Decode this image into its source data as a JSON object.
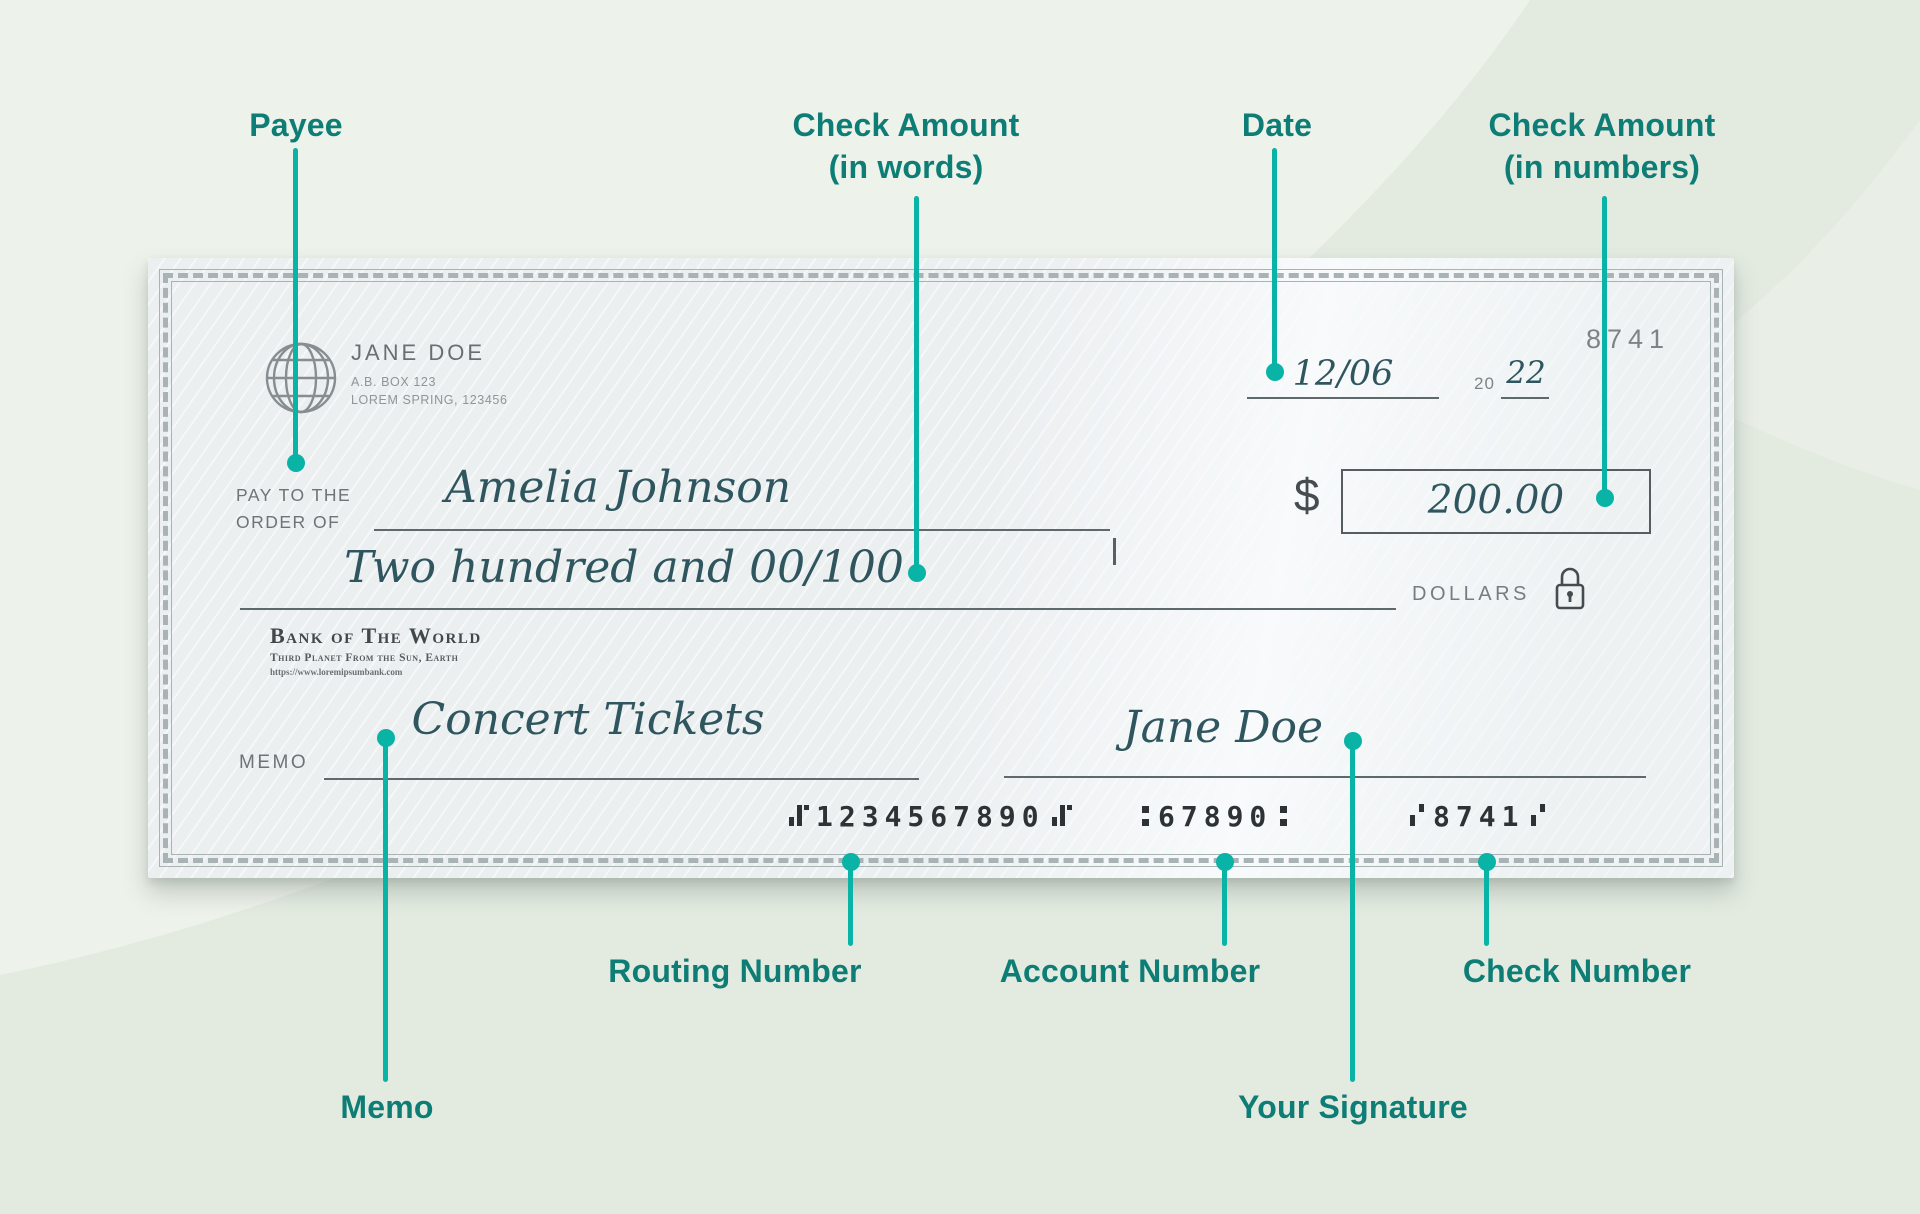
{
  "colors": {
    "accent": "#09b3a5",
    "label_text": "#0d7d75",
    "check_ink": "#2f565f",
    "background": "#e3ebe1"
  },
  "labels": {
    "payee": "Payee",
    "amount_words": [
      "Check Amount",
      "(in words)"
    ],
    "date": "Date",
    "amount_numbers": [
      "Check Amount",
      "(in numbers)"
    ],
    "routing": "Routing Number",
    "account": "Account Number",
    "check_number": "Check Number",
    "memo": "Memo",
    "signature": "Your Signature"
  },
  "check": {
    "account_holder": {
      "name": "JANE DOE",
      "address_line1": "A.B. BOX 123",
      "address_line2": "LOREM SPRING, 123456"
    },
    "check_number_top": "8741",
    "date": {
      "value": "12/06",
      "year_prefix": "20",
      "year_value": "22"
    },
    "pay_to_line1": "PAY TO THE",
    "pay_to_line2": "ORDER OF",
    "payee_name": "Amelia Johnson",
    "currency_symbol": "$",
    "amount_numeric": "200.00",
    "amount_words": "Two hundred and 00/100",
    "dollars_label": "DOLLARS",
    "bank": {
      "name": "Bank of The World",
      "tagline": "Third Planet From the Sun, Earth",
      "url": "https://www.loremipsumbank.com"
    },
    "memo_label": "MEMO",
    "memo_value": "Concert Tickets",
    "signature_value": "Jane Doe",
    "micr": {
      "routing": "1234567890",
      "account": "67890",
      "check": "8741"
    }
  }
}
